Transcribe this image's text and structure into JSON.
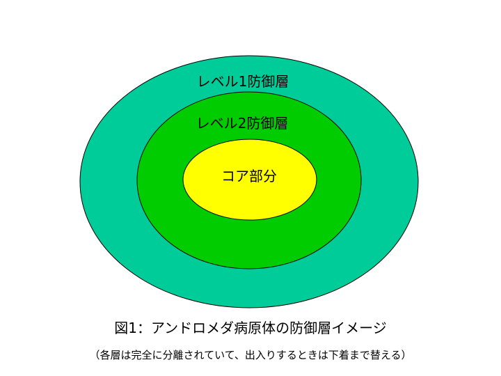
{
  "diagram": {
    "layers": [
      {
        "label": "レベル1防御層",
        "color": "#00CC99"
      },
      {
        "label": "レベル2防御層",
        "color": "#00CC00"
      },
      {
        "label": "コア部分",
        "color": "#FFFF00"
      }
    ],
    "outline_color": "#000000"
  },
  "caption": {
    "title": "図1：アンドロメダ病原体の防御層イメージ",
    "note": "（各層は完全に分離されていて、出入りするときは下着まで替える）"
  }
}
